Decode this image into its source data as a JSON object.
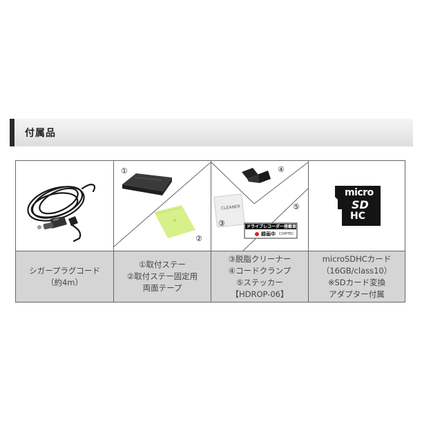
{
  "header": {
    "title": "付属品"
  },
  "items": [
    {
      "caption": [
        "シガープラグコード",
        "（約4m）"
      ]
    },
    {
      "numbers": [
        "①",
        "②"
      ],
      "caption": [
        "①取付ステー",
        "②取付ステー固定用",
        "両面テープ"
      ]
    },
    {
      "numbers": [
        "③",
        "④",
        "⑤"
      ],
      "cleaner_label": "CLEANER",
      "sticker_text": "ドライブレコーダー搭載車",
      "sticker_rec": "録画中",
      "sticker_brand": "COMTEC",
      "caption": [
        "③脱脂クリーナー",
        "④コードクランプ",
        "⑤ステッカー",
        "【HDROP-06】"
      ]
    },
    {
      "card_text": "micro",
      "card_logo": "SD",
      "card_hc": "HC",
      "caption": [
        "microSDHCカード",
        "（16GB/class10）",
        "※SDカード変換",
        "アダプター付属"
      ]
    }
  ],
  "colors": {
    "header_bar": "#2b2b2b",
    "caption_bg": "#d5d5d5",
    "tape": "#d7f08a",
    "sticker_rec_dot": "#e02020"
  }
}
